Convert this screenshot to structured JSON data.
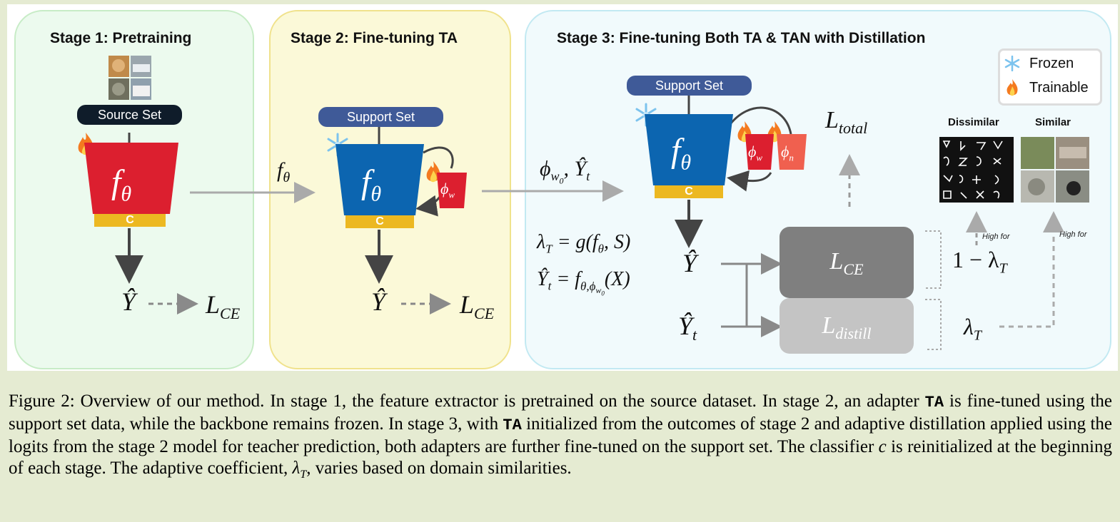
{
  "stages": {
    "s1": {
      "title": "Stage 1: Pretraining",
      "pill": "Source Set"
    },
    "s2": {
      "title": "Stage 2: Fine-tuning TA",
      "pill": "Support Set"
    },
    "s3": {
      "title": "Stage 3: Fine-tuning Both TA & TAN with Distillation",
      "pill": "Support Set"
    }
  },
  "labels": {
    "classifier": "C",
    "f": "f",
    "theta": "θ",
    "phi": "ϕ",
    "w": "w",
    "n": "n",
    "yhat": "Ŷ",
    "t": "t",
    "L": "L",
    "CE": "CE",
    "distill": "distill",
    "total": "total",
    "w0": "w",
    "zero": "0"
  },
  "equations": {
    "lambda_eq": "λ",
    "lambda_sub": "T",
    "lambda_rhs": " = g(f",
    "lambda_rhs2": ", S)",
    "yt_rhs": " = f",
    "yt_sub": "θ,ϕ",
    "yt_end": "(X)",
    "one_minus": "1 − λ",
    "lambda_t": "λ"
  },
  "legend": {
    "frozen": "Frozen",
    "trainable": "Trainable"
  },
  "domain": {
    "dissimilar": "Dissimilar",
    "similar": "Similar",
    "high_for": "High for"
  },
  "colors": {
    "red": "#dc1f2f",
    "blue": "#0c65b0",
    "yellow": "#ecb821",
    "navy": "#0f1c2a",
    "pill_blue": "#3f5a98"
  },
  "caption": {
    "p1": "Figure 2: Overview of our method. In stage 1, the feature extractor is pretrained on the source dataset. In stage 2, an adapter ",
    "ta1": "TA",
    "p2": " is fine-tuned using the support set data, while the backbone remains frozen. In stage 3, with ",
    "ta2": "TA",
    "p3": " initialized from the outcomes of stage 2 and adaptive distillation applied using the logits from the stage 2 model for teacher prediction, both adapters are further fine-tuned on the support set. The classifier ",
    "c": "c",
    "p4": " is reinitialized at the beginning of each stage. The adaptive coefficient, ",
    "lam": "λ",
    "lam_sub": "T",
    "p5": ", varies based on domain similarities."
  }
}
